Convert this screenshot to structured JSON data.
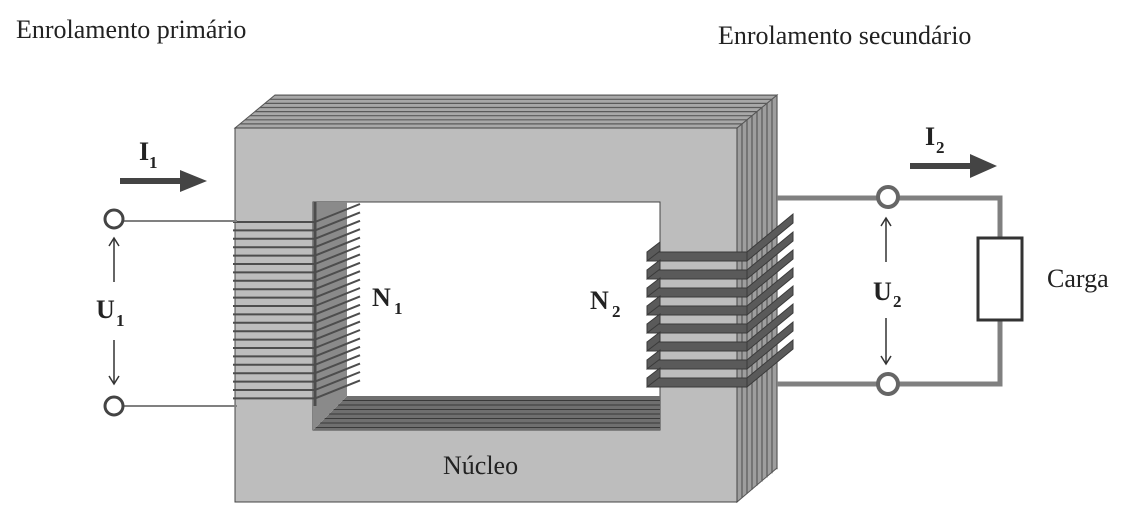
{
  "labels": {
    "primary_winding": "Enrolamento primário",
    "secondary_winding": "Enrolamento secundário",
    "core": "Núcleo",
    "load": "Carga"
  },
  "symbols": {
    "I1": {
      "main": "I",
      "sub": "1"
    },
    "I2": {
      "main": "I",
      "sub": "2"
    },
    "U1": {
      "main": "U",
      "sub": "1"
    },
    "U2": {
      "main": "U",
      "sub": "2"
    },
    "N1": {
      "main": "N",
      "sub": "1"
    },
    "N2": {
      "main": "N",
      "sub": "2"
    }
  },
  "colors": {
    "core_face": "#bdbdbd",
    "core_lamination": "#6a6a6a",
    "winding": "#4d4d4d",
    "wire": "#808080",
    "text": "#222222"
  }
}
